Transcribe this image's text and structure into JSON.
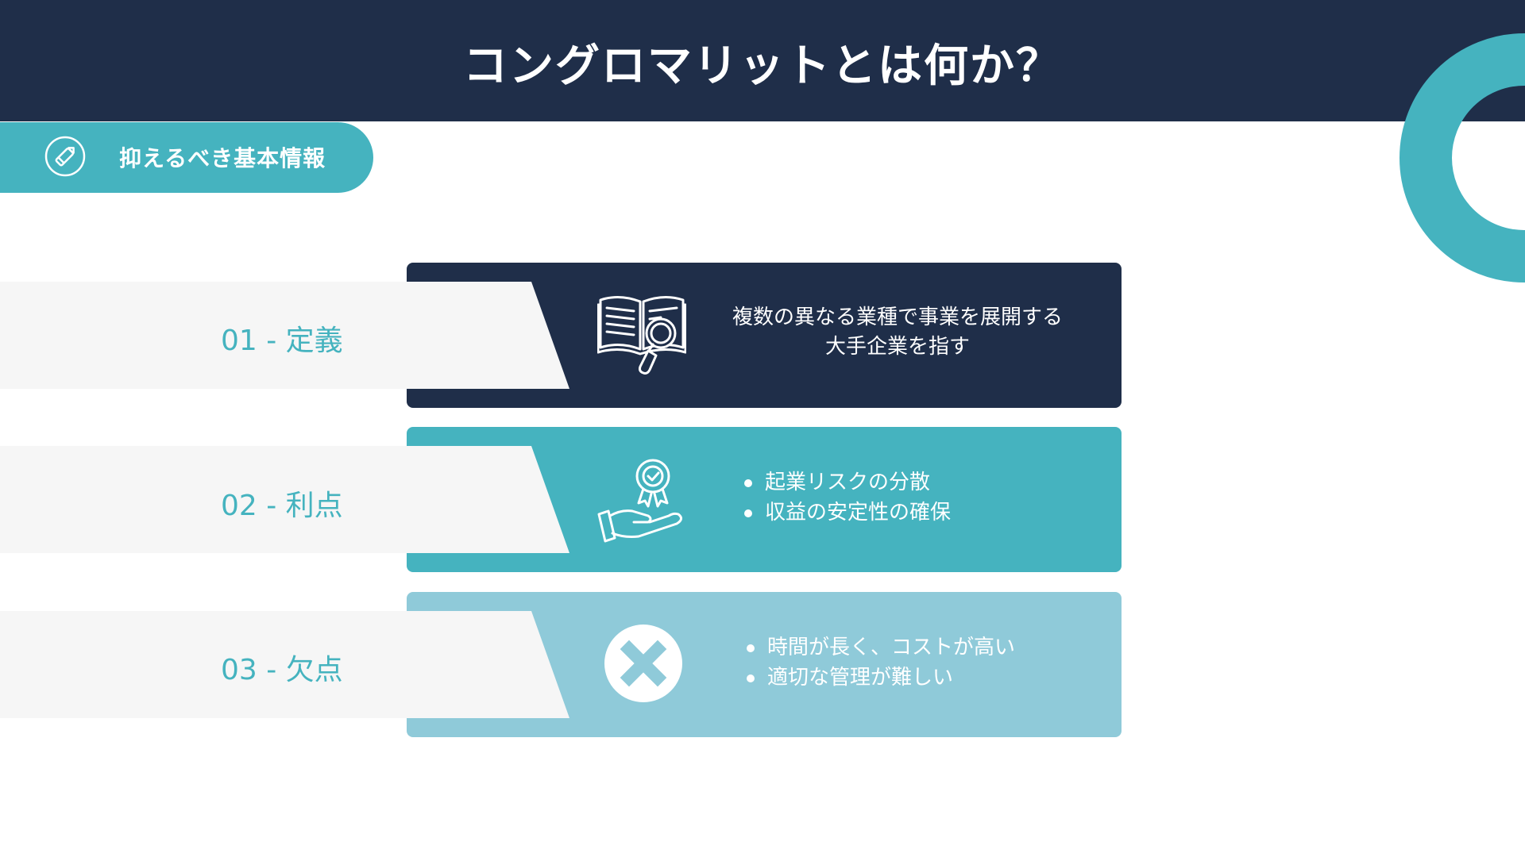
{
  "title": "コングロマリットとは何か？",
  "tag": {
    "label": "抑えるべき基本情報",
    "icon": "pencil-icon"
  },
  "items": [
    {
      "label": "01 - 定義",
      "icon": "book-magnifier-icon",
      "lines": [
        "複数の異なる業種で事業を展開する",
        "大手企業を指す"
      ]
    },
    {
      "label": "02 - 利点",
      "icon": "hand-award-icon",
      "bullets": [
        "起業リスクの分散",
        "収益の安定性の確保"
      ]
    },
    {
      "label": "03 - 欠点",
      "icon": "x-circle-icon",
      "bullets": [
        "時間が長く、コストが高い",
        "適切な管理が難しい"
      ]
    }
  ],
  "colors": {
    "navy": "#1f2e49",
    "teal": "#45b3bf",
    "light_blue": "#8fcad9",
    "strip_gray": "#f6f6f6"
  }
}
